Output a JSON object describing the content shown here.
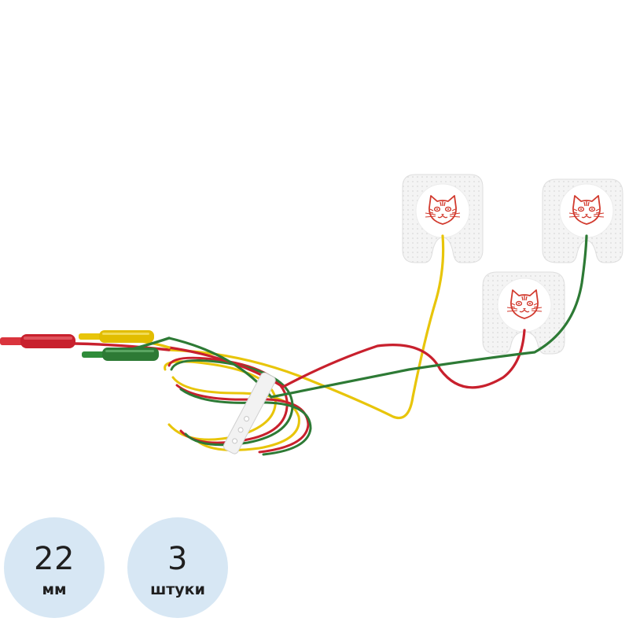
{
  "badges": {
    "size": {
      "value": "22",
      "unit": "мм"
    },
    "count": {
      "value": "3",
      "unit": "штуки"
    }
  },
  "photo": {
    "subject": "electrode-set",
    "electrode_icon": "cat-face-icon",
    "lead_colors": {
      "red": "#c8202d",
      "yellow": "#e8c50a",
      "green": "#2d7a35"
    },
    "print_color": "#d23b2f",
    "badge_color": "#d7e7f4"
  }
}
